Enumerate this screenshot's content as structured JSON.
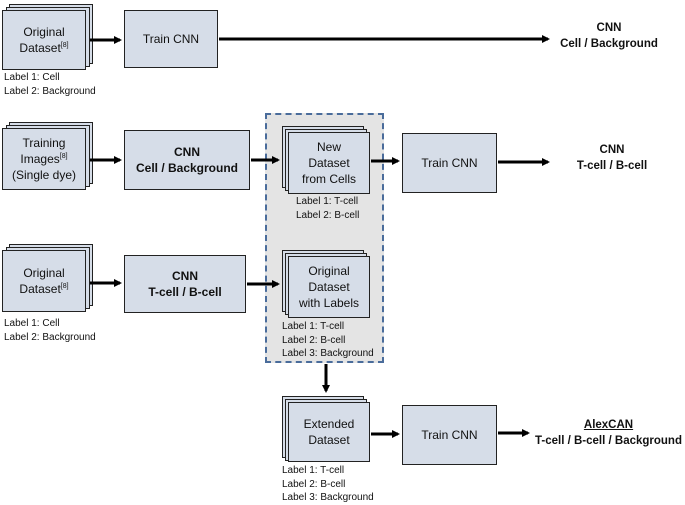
{
  "row1": {
    "input_line1": "Original",
    "input_line2": "Dataset",
    "input_ref": "[8]",
    "input_labels": "Label 1: Cell\nLabel 2: Background",
    "train": "Train CNN",
    "output_line1": "CNN",
    "output_line2": "Cell / Background"
  },
  "row2": {
    "input_line1": "Training",
    "input_line2": "Images",
    "input_ref": "[8]",
    "input_line3": "(Single dye)",
    "cnn_line1": "CNN",
    "cnn_line2": "Cell / Background",
    "new_line1": "New",
    "new_line2": "Dataset",
    "new_line3": "from Cells",
    "new_labels": "Label 1: T-cell\nLabel 2: B-cell",
    "train": "Train CNN",
    "output_line1": "CNN",
    "output_line2": "T-cell / B-cell"
  },
  "row3": {
    "input_line1": "Original",
    "input_line2": "Dataset",
    "input_ref": "[8]",
    "input_labels": "Label 1: Cell\nLabel 2: Background",
    "cnn_line1": "CNN",
    "cnn_line2": "T-cell / B-cell",
    "orig_line1": "Original",
    "orig_line2": "Dataset",
    "orig_line3": "with Labels",
    "orig_labels": "Label 1: T-cell\nLabel 2: B-cell\nLabel 3: Background"
  },
  "row4": {
    "ext_line1": "Extended",
    "ext_line2": "Dataset",
    "ext_labels": "Label 1: T-cell\nLabel 2: B-cell\nLabel 3: Background",
    "train": "Train CNN",
    "output_line1": "AlexCAN",
    "output_line2": "T-cell / B-cell / Background"
  }
}
